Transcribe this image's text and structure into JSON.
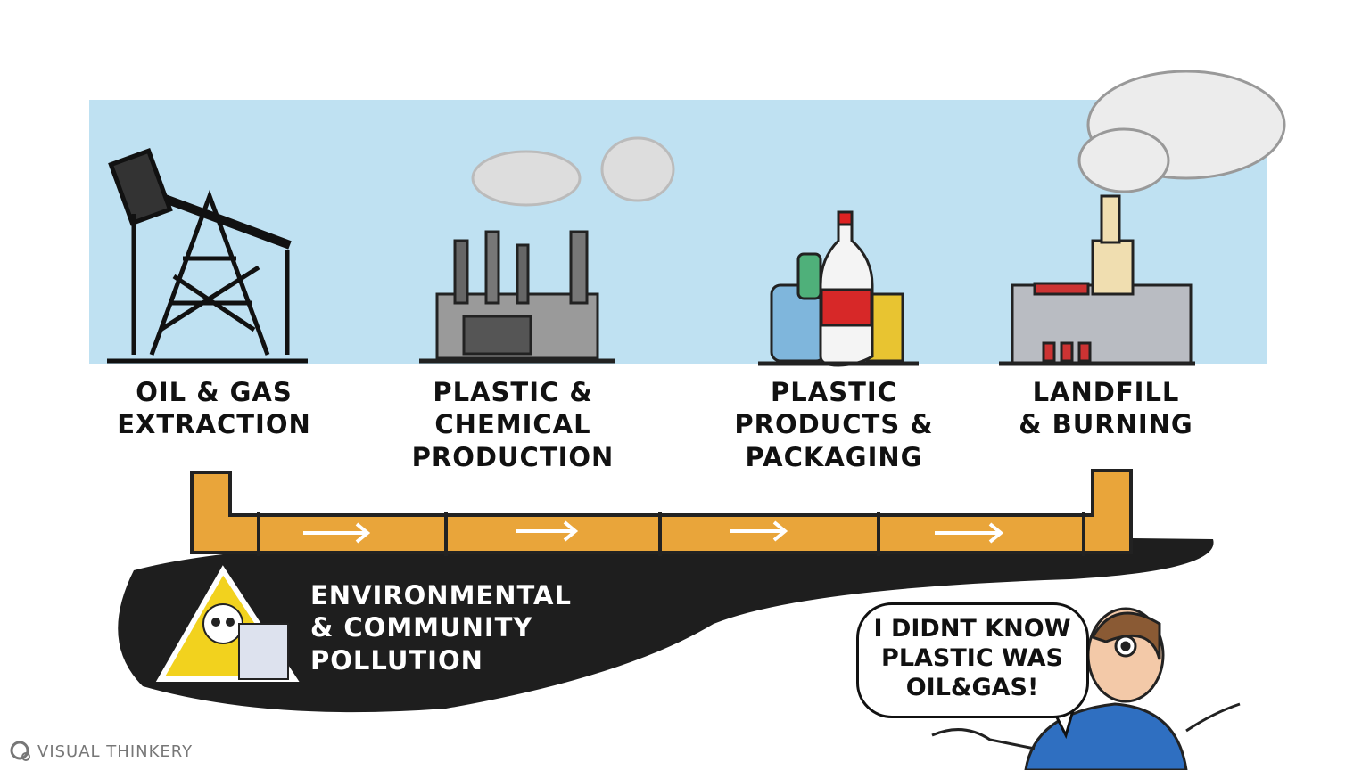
{
  "stages": [
    {
      "label": "OIL & GAS\nEXTRACTION",
      "icon": "oil-pump-icon"
    },
    {
      "label": "PLASTIC &\nCHEMICAL\nPRODUCTION",
      "icon": "factory-icon"
    },
    {
      "label": "PLASTIC\nPRODUCTS &\nPACKAGING",
      "icon": "plastic-products-icon"
    },
    {
      "label": "LANDFILL\n& BURNING",
      "icon": "incinerator-icon"
    }
  ],
  "pollution": {
    "label": "ENVIRONMENTAL\n& COMMUNITY\nPOLLUTION",
    "icon": "hazard-skull-icon"
  },
  "speech_bubble": "I DIDNT KNOW\nPLASTIC WAS\nOIL&GAS!",
  "logo": "VISUAL THINKERY",
  "colors": {
    "sky": "#bfe1f2",
    "pipe": "#e9a53a",
    "pollution": "#1e1e1e",
    "hazard": "#f2d21e",
    "shirt": "#2f6fc1"
  }
}
